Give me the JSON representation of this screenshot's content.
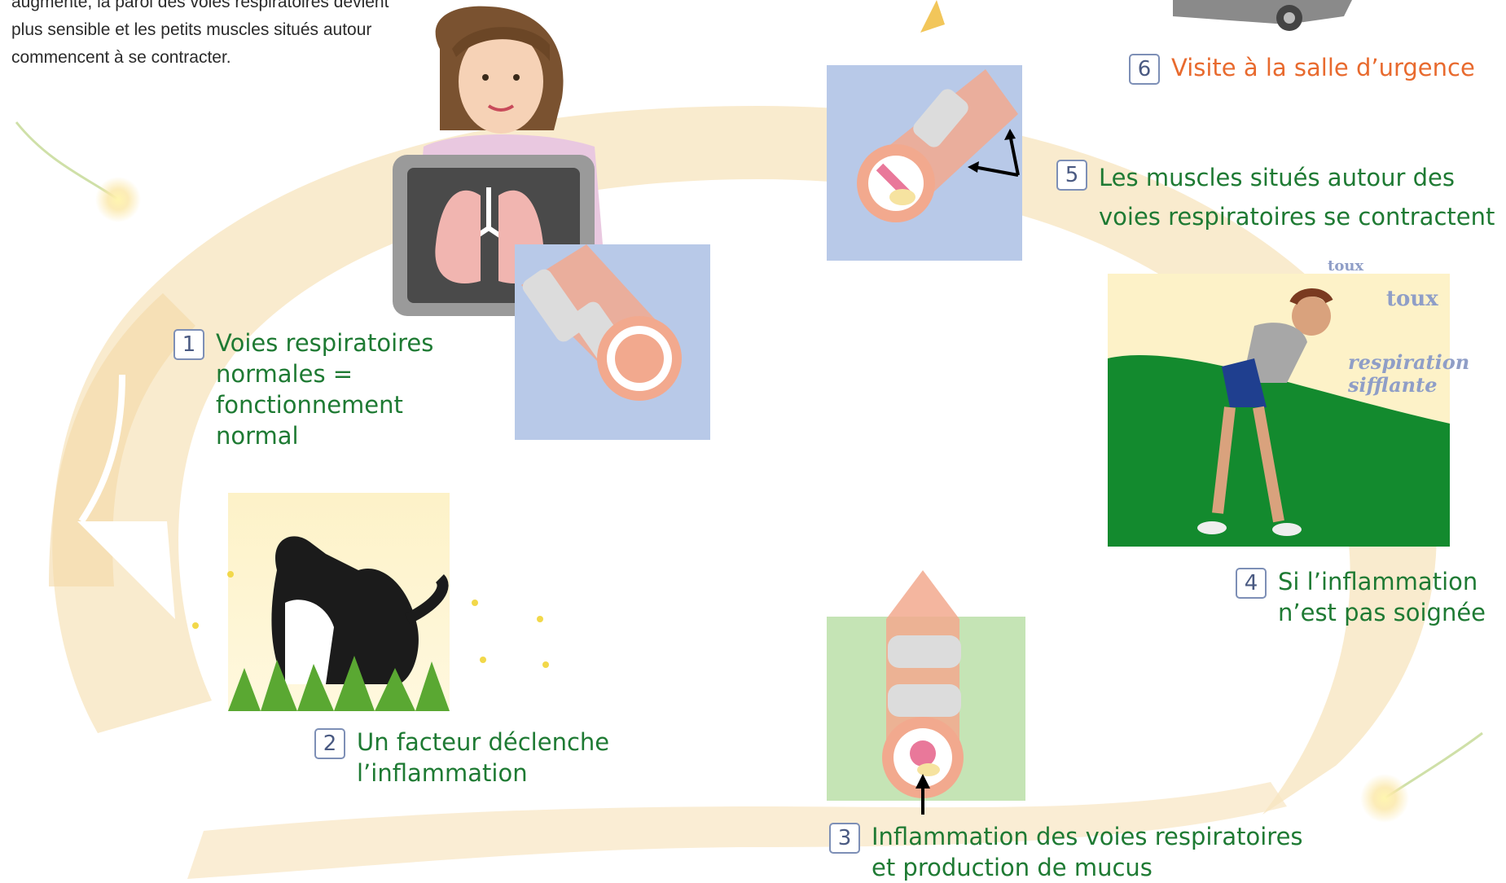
{
  "intro": {
    "lines": [
      "augmente, la paroi des voies respiratoires devient",
      "plus sensible et les petits muscles situés autour",
      "commencent à se contracter."
    ]
  },
  "steps": [
    {
      "number": "1",
      "lines": [
        "Voies respiratoires",
        "normales =",
        "fonctionnement",
        "normal"
      ]
    },
    {
      "number": "2",
      "lines": [
        "Un facteur déclenche",
        "l’inflammation"
      ]
    },
    {
      "number": "3",
      "lines": [
        "Inflammation des voies respiratoires",
        "et production de mucus"
      ]
    },
    {
      "number": "4",
      "lines": [
        "Si l’inflammation",
        "n’est pas soignée"
      ]
    },
    {
      "number": "5",
      "lines": [
        "Les muscles situés autour des",
        "voies respiratoires se contractent"
      ]
    },
    {
      "number": "6",
      "lines": [
        "Visite à la salle d’urgence"
      ]
    }
  ],
  "sounds": {
    "cough_small": "toux",
    "cough_large": "toux",
    "wheeze_1": "respiration",
    "wheeze_2": "sifflante"
  },
  "colors": {
    "step_text": "#1e7a33",
    "emergency_text": "#e86a2e",
    "cycle_arrow": "#f7e3bd",
    "airway_blue_bg": "#b8c9e8",
    "airway_green_bg": "#c5e4b5",
    "airway_tissue": "#f2a98e",
    "grass": "#138a2e"
  },
  "icons": [
    "woman-doctor-illustration",
    "xray-lungs-icon",
    "normal-airway-icon",
    "cat-in-grass-illustration",
    "inflamed-airway-icon",
    "coughing-man-illustration",
    "constricted-airway-icon",
    "ambulance-icon",
    "pollen-sparkle-icon"
  ]
}
